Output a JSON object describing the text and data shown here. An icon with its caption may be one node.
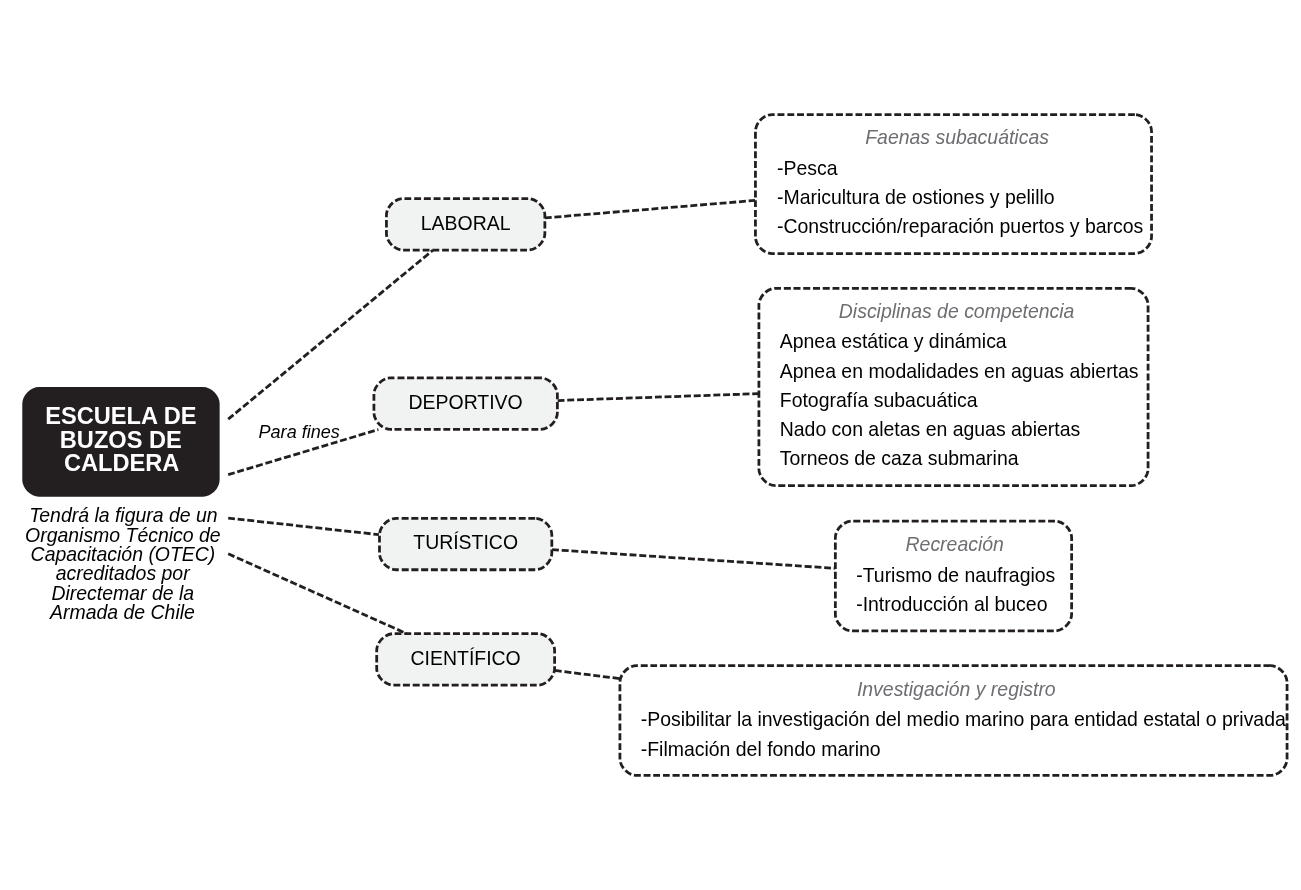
{
  "diagram": {
    "nodes": [
      {
        "text": [
          "ESCUELA DE BUZOS DE CALDERA"
        ],
        "beside": [
          "Tendrá la figura de un Organismo Técnico de Capacitación (OTEC) acreditados por Directemar de la Armada de Chile"
        ]
      },
      {
        "text": [
          "LABORAL"
        ]
      },
      {
        "text": [
          "DEPORTIVO"
        ]
      },
      {
        "text": [
          "TURÍSTICO"
        ]
      },
      {
        "text": [
          "CIENTÍFICO"
        ]
      },
      {
        "text": [
          "Faenas subacuáticas",
          "-Pesca",
          "-Maricultura de ostiones y pelillo",
          "-Construcción/reparación puertos y barcos"
        ]
      },
      {
        "text": [
          "Disciplinas de competencia",
          "Apnea estática y dinámica",
          "Apnea en modalidades en aguas abiertas",
          "Fotografía subacuática",
          "Nado con aletas en aguas abiertas",
          "Torneos de caza submarina"
        ]
      },
      {
        "text": [
          "Recreación",
          "-Turismo de naufragios",
          "-Introducción al buceo"
        ]
      },
      {
        "text": [
          "Investigación y registro",
          "-Posibilitar la investigación del medio marino para entidad estatal o privada",
          "-Filmación del fondo marino"
        ]
      }
    ],
    "edges": [
      {
        "from": 0,
        "to": 1,
        "arrow": "none",
        "style": "dashed"
      },
      {
        "from": 0,
        "to": 2,
        "arrow": "none",
        "style": "dashed",
        "label": "Para fines"
      },
      {
        "from": 0,
        "to": 3,
        "arrow": "none",
        "style": "dashed"
      },
      {
        "from": 0,
        "to": 4,
        "arrow": "none",
        "style": "dashed"
      },
      {
        "from": 1,
        "to": 5,
        "arrow": "none",
        "style": "dashed"
      },
      {
        "from": 2,
        "to": 6,
        "arrow": "none",
        "style": "dashed"
      },
      {
        "from": 3,
        "to": 7,
        "arrow": "none",
        "style": "dashed"
      },
      {
        "from": 4,
        "to": 8,
        "arrow": "none",
        "style": "dashed"
      }
    ]
  }
}
